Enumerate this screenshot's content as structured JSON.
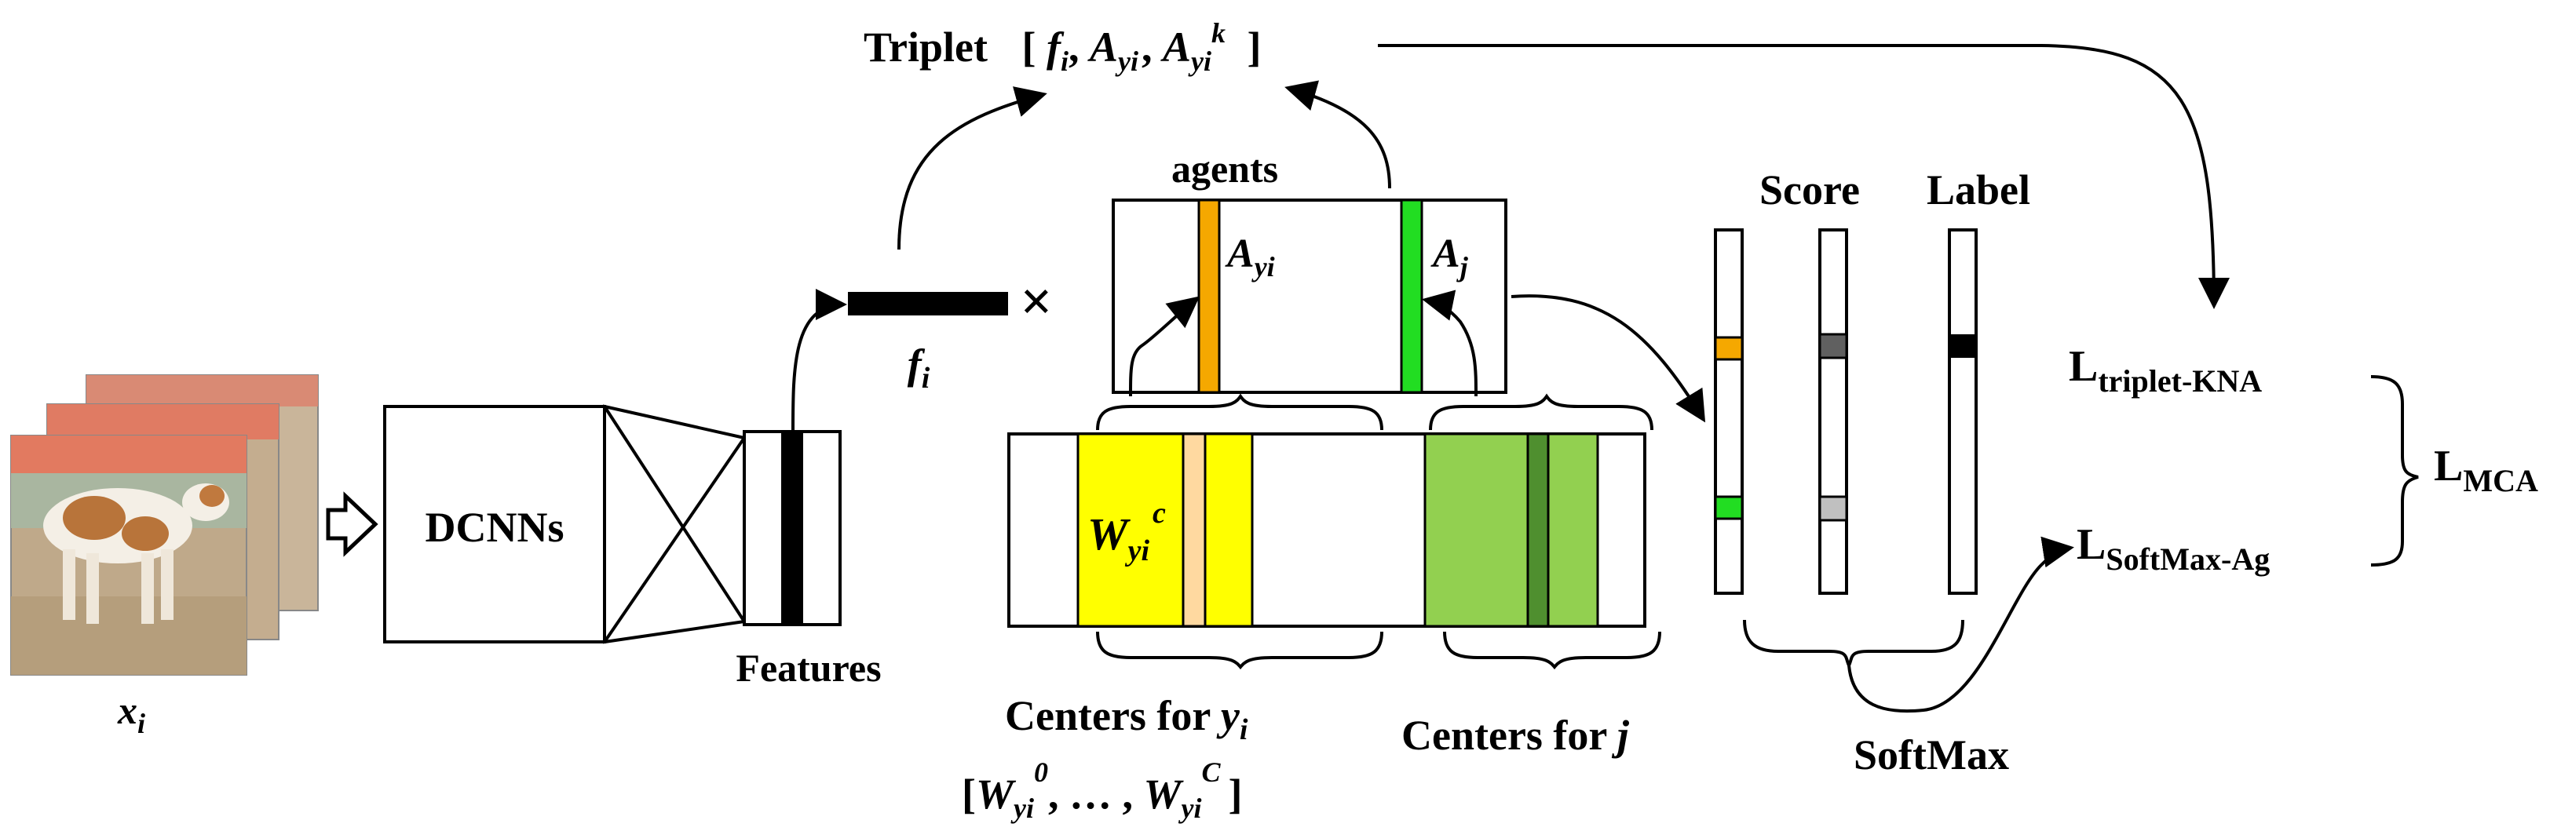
{
  "labels": {
    "xi": "x",
    "xi_sub": "i",
    "dcnns": "DCNNs",
    "features": "Features",
    "fi": "f",
    "fi_sub": "i",
    "times": "×",
    "triplet_word": "Triplet",
    "triplet_open": "[",
    "triplet_f": "f",
    "triplet_f_sub": "i",
    "triplet_comma1": ",",
    "triplet_A": "A",
    "triplet_A_sub": "yi",
    "triplet_comma2": ",",
    "triplet_A2": "A",
    "triplet_A2_sub": "yi",
    "triplet_A2_sup": "k",
    "triplet_close": "]",
    "agents": "agents",
    "Ayi": "A",
    "Ayi_sub": "yi",
    "Aj": "A",
    "Aj_sub": "j",
    "Wyic": "W",
    "Wyic_sub": "yi",
    "Wyic_sup": "c",
    "centers_yi": "Centers for ",
    "centers_yi_var": "y",
    "centers_yi_sub": "i",
    "centers_list_open": "[",
    "centers_list_W0": "W",
    "centers_list_W0_sub": "yi",
    "centers_list_W0_sup": "0",
    "centers_list_mid": ",   … ,",
    "centers_list_WC": "W",
    "centers_list_WC_sub": "yi",
    "centers_list_WC_sup": "C",
    "centers_list_close": "]",
    "centers_j": "Centers for ",
    "centers_j_var": "j",
    "score": "Score",
    "label": "Label",
    "softmax": "SoftMax",
    "L_triplet": "L",
    "L_triplet_sub": "triplet-KNA",
    "L_softmax": "L",
    "L_softmax_sub": "SoftMax-Ag",
    "L_mca": "L",
    "L_mca_sub": "MCA"
  },
  "colors": {
    "orange": "#f5a800",
    "green_bright": "#22dd22",
    "yellow": "#ffff00",
    "light_orange": "#ffd9a0",
    "green_mid": "#92d050",
    "green_dark": "#4f8f2f",
    "score_dark": "#606060",
    "score_light": "#c0c0c0",
    "label_black": "#000000"
  }
}
